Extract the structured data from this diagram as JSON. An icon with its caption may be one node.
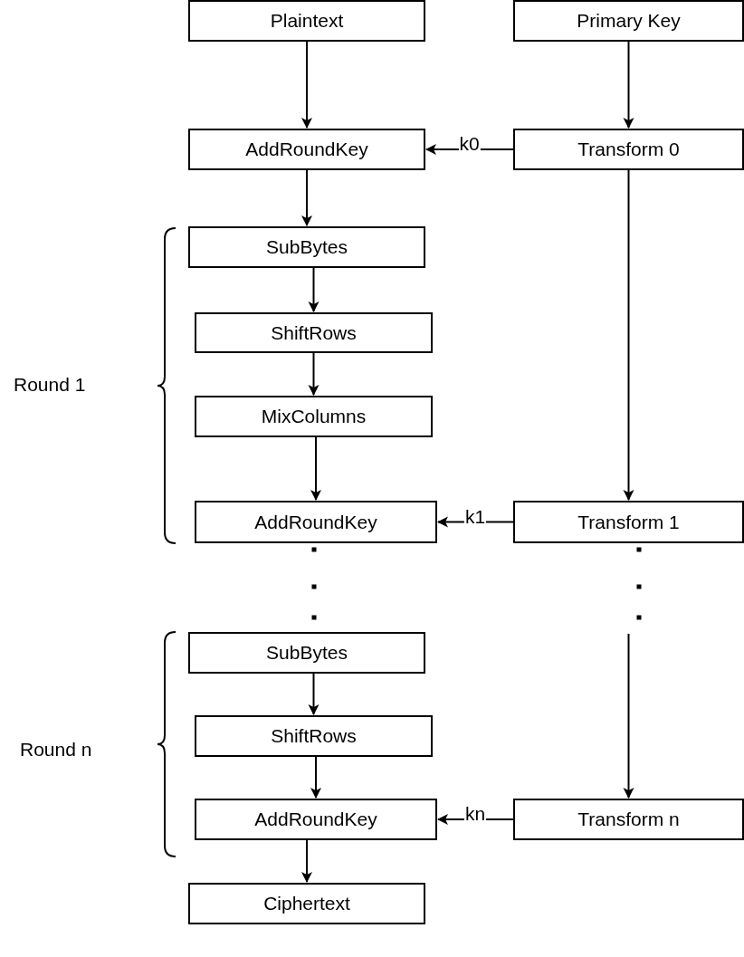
{
  "diagram": {
    "nodes": [
      {
        "text": [
          "Plaintext"
        ]
      },
      {
        "text": [
          "Primary Key"
        ]
      },
      {
        "text": [
          "AddRoundKey"
        ]
      },
      {
        "text": [
          "Transform 0"
        ]
      },
      {
        "text": [
          "SubBytes"
        ]
      },
      {
        "text": [
          "ShiftRows"
        ]
      },
      {
        "text": [
          "MixColumns"
        ]
      },
      {
        "text": [
          "AddRoundKey"
        ]
      },
      {
        "text": [
          "Transform 1"
        ]
      },
      {
        "text": [
          "SubBytes"
        ]
      },
      {
        "text": [
          "ShiftRows"
        ]
      },
      {
        "text": [
          "AddRoundKey"
        ]
      },
      {
        "text": [
          "Transform n"
        ]
      },
      {
        "text": [
          "Ciphertext"
        ]
      }
    ],
    "edges": [
      {
        "from": 0,
        "to": 2,
        "arrow": "to"
      },
      {
        "from": 1,
        "to": 3,
        "arrow": "to"
      },
      {
        "from": 3,
        "to": 2,
        "arrow": "to",
        "label": "k0"
      },
      {
        "from": 2,
        "to": 4,
        "arrow": "to"
      },
      {
        "from": 4,
        "to": 5,
        "arrow": "to"
      },
      {
        "from": 5,
        "to": 6,
        "arrow": "to"
      },
      {
        "from": 6,
        "to": 7,
        "arrow": "to"
      },
      {
        "from": 3,
        "to": 8,
        "arrow": "to"
      },
      {
        "from": 8,
        "to": 7,
        "arrow": "to",
        "label": "k1"
      },
      {
        "from": 9,
        "to": 10,
        "arrow": "to"
      },
      {
        "from": 10,
        "to": 11,
        "arrow": "to"
      },
      {
        "from": null,
        "to": 12,
        "arrow": "to"
      },
      {
        "from": 12,
        "to": 11,
        "arrow": "to",
        "label": "kn"
      },
      {
        "from": 11,
        "to": 13,
        "arrow": "to"
      }
    ],
    "labels": [
      "Round 1",
      "Round n"
    ]
  }
}
